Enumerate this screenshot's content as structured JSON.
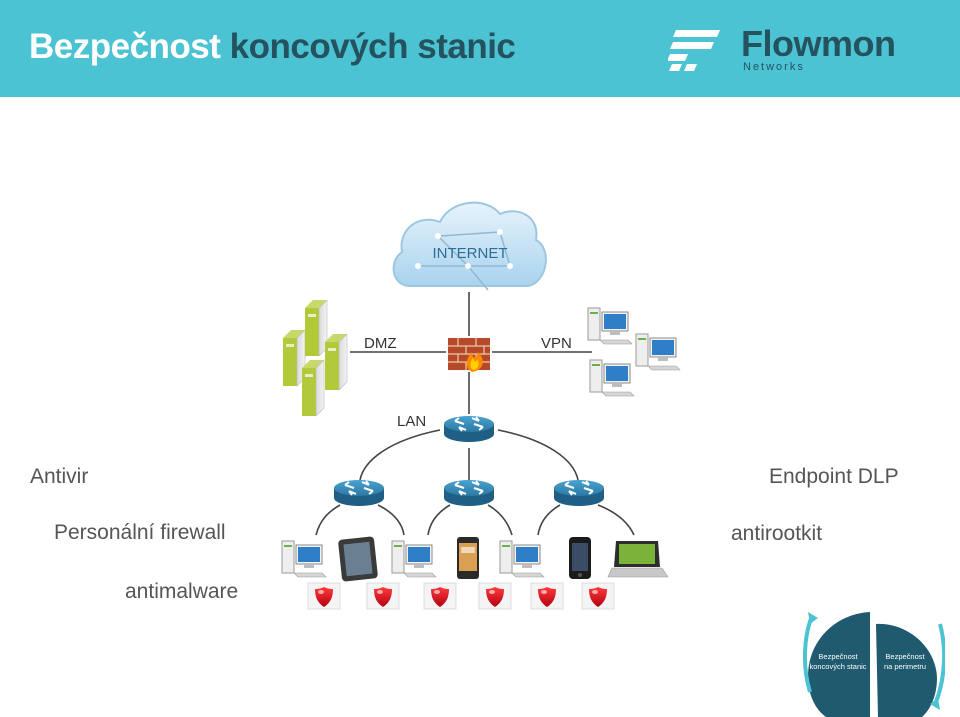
{
  "slide": {
    "title_part1": "Bezpečnost",
    "title_part2": "koncových stanic"
  },
  "logo": {
    "name": "Flowmon",
    "sub": "Networks"
  },
  "diagram": {
    "internet": "INTERNET",
    "dmz": "DMZ",
    "vpn": "VPN",
    "lan": "LAN"
  },
  "labels": {
    "antivir": "Antivir",
    "firewall": "Personální firewall",
    "antimalware": "antimalware",
    "dlp": "Endpoint DLP",
    "antirootkit": "antirootkit"
  },
  "cycle": {
    "left_line1": "Bezpečnost",
    "left_line2": "koncových stanic",
    "right_line1": "Bezpečnost",
    "right_line2": "na perimetru"
  },
  "colors": {
    "header": "#4cc3d3",
    "title_dark": "#24525e",
    "router": "#2f7fa8",
    "shield": "#d0101c",
    "cycle_dark": "#1f5a6e"
  }
}
